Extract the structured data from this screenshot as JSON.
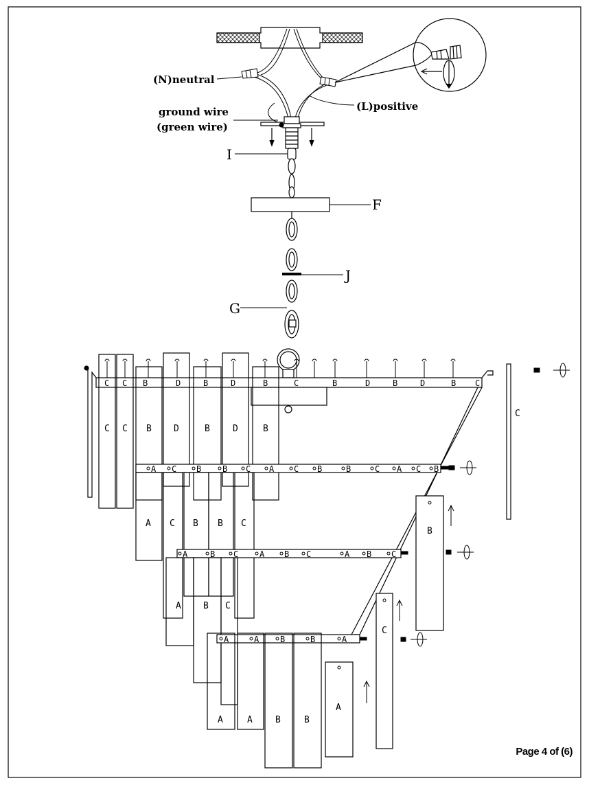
{
  "labels": {
    "neutral": "(N)neutral",
    "positive": "(L)positive",
    "ground1": "ground wire",
    "ground2": "(green wire)",
    "I": "I",
    "F": "F",
    "J": "J",
    "G": "G"
  },
  "top_letters": [
    "C",
    "C",
    "B",
    "D",
    "B",
    "D",
    "B",
    "C",
    "B",
    "D",
    "B",
    "D",
    "B",
    "C"
  ],
  "row1_strips": [
    "C",
    "C",
    "B",
    "D",
    "B",
    "D",
    "B"
  ],
  "side_strip": "C",
  "bar2_letters": [
    "A",
    "C",
    "B",
    "B",
    "C",
    "A",
    "C",
    "B",
    "B",
    "C",
    "A",
    "C",
    "B"
  ],
  "row2_strips": [
    "A",
    "C",
    "B",
    "B",
    "C"
  ],
  "right_strip_b": "B",
  "bar3_letters": [
    "A",
    "B",
    "C",
    "A",
    "B",
    "C",
    "A",
    "B",
    "C"
  ],
  "row3_strips": [
    "A",
    "B",
    "C"
  ],
  "strip_c_right": "C",
  "bar4_letters": [
    "A",
    "A",
    "B",
    "B",
    "A"
  ],
  "row4_strips": [
    "A",
    "A",
    "B",
    "B",
    "A"
  ],
  "footer": "Page 4 of (6)"
}
